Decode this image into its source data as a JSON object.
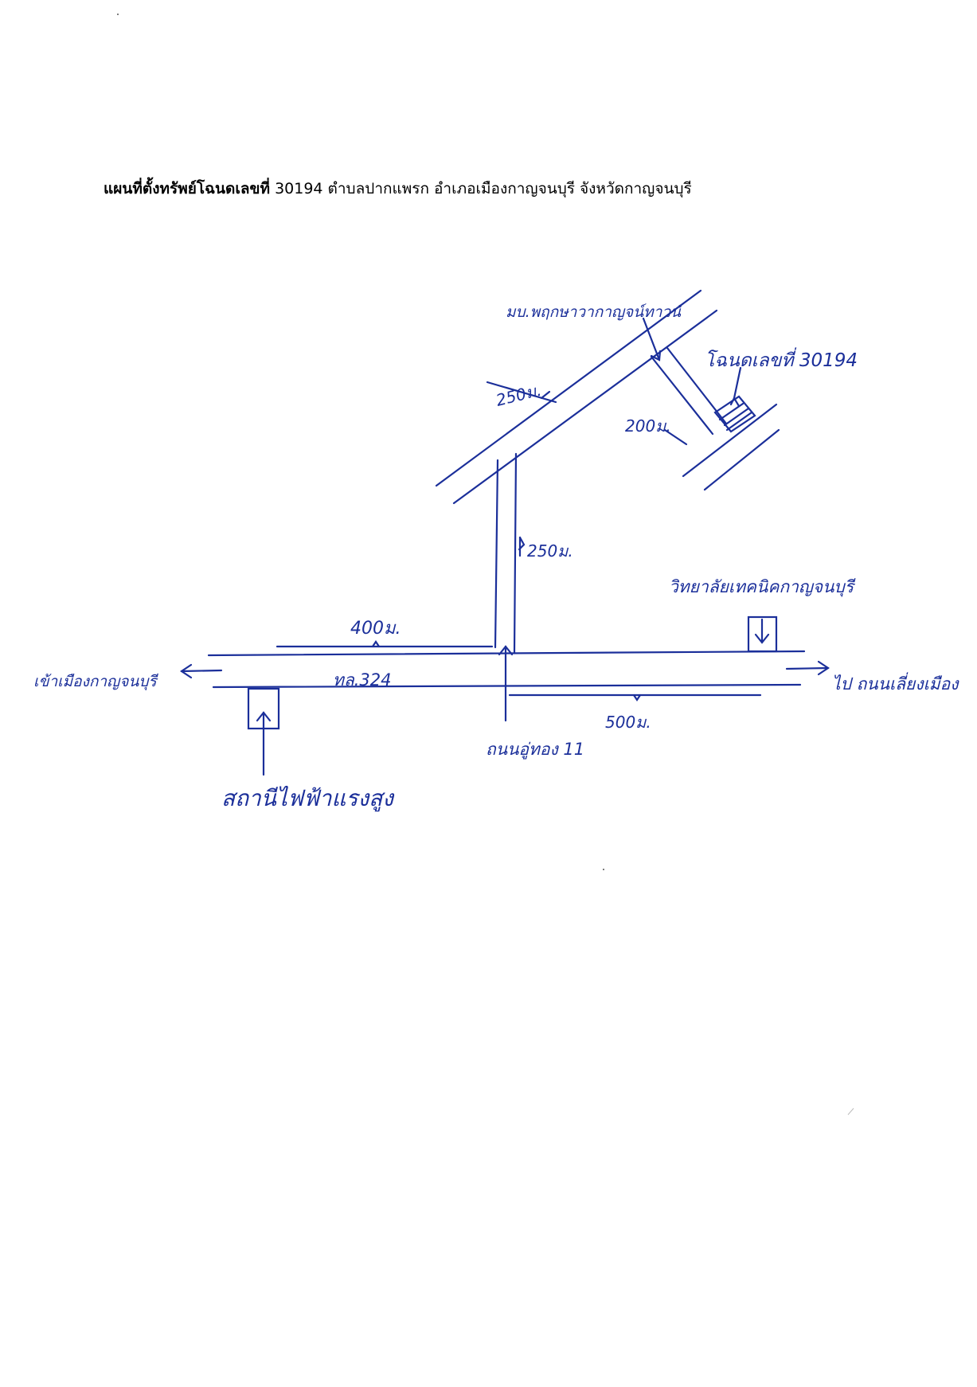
{
  "title": {
    "bold_part": "แผนที่ตั้งทรัพย์โฉนดเลขที่",
    "rest": " 30194 ตำบลปากแพรก อำเภอเมืองกาญจนบุรี จังหวัดกาญจนบุรี"
  },
  "map": {
    "main_road_label": "ทล.324",
    "left_destination": "เข้าเมืองกาญจนบุรี",
    "right_destination": "ไป ถนนเลี่ยงเมือง",
    "dist_400": "400ม.",
    "dist_500": "500ม.",
    "dist_250_vertical": "250ม.",
    "dist_250_diagonal": "250ม.",
    "dist_200": "200ม.",
    "junction_label": "ถนนอู่ทอง 11",
    "substation_label": "สถานีไฟฟ้าแรงสูง",
    "college_label": "วิทยาลัยเทคนิคกาญจนบุรี",
    "village_label": "มบ.พฤกษาวากาญจน์ทาวน์",
    "deed_label": "โฉนดเลขที่ 30194"
  },
  "colors": {
    "ink": "#1b2f9a"
  }
}
